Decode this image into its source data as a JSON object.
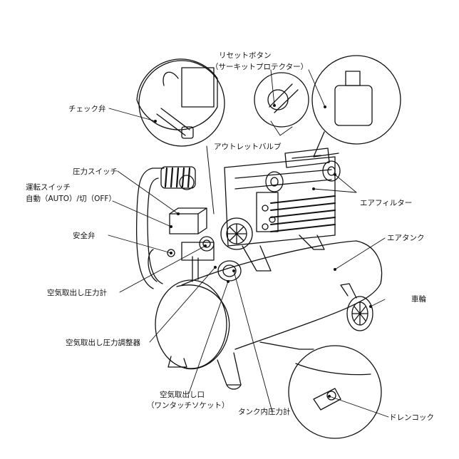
{
  "labels": {
    "reset_button": "リセットボタン",
    "circuit_protector": "（サーキットプロテクター）",
    "check_valve": "チェック弁",
    "outlet_valve": "アウトレットバルブ",
    "pressure_switch": "圧力スイッチ",
    "operation_switch": "運転スイッチ",
    "operation_switch_modes": "自動（AUTO）/切（OFF）",
    "air_filter": "エアフィルター",
    "safety_valve": "安全弁",
    "air_tank": "エアタンク",
    "outlet_pressure_gauge": "空気取出し圧力計",
    "wheel": "車輪",
    "outlet_pressure_regulator": "空気取出し圧力調整器",
    "air_outlet": "空気取出し口",
    "one_touch_socket": "（ワンタッチソケット）",
    "tank_pressure_gauge": "タンク内圧力計",
    "drain_cock": "ドレンコック"
  }
}
